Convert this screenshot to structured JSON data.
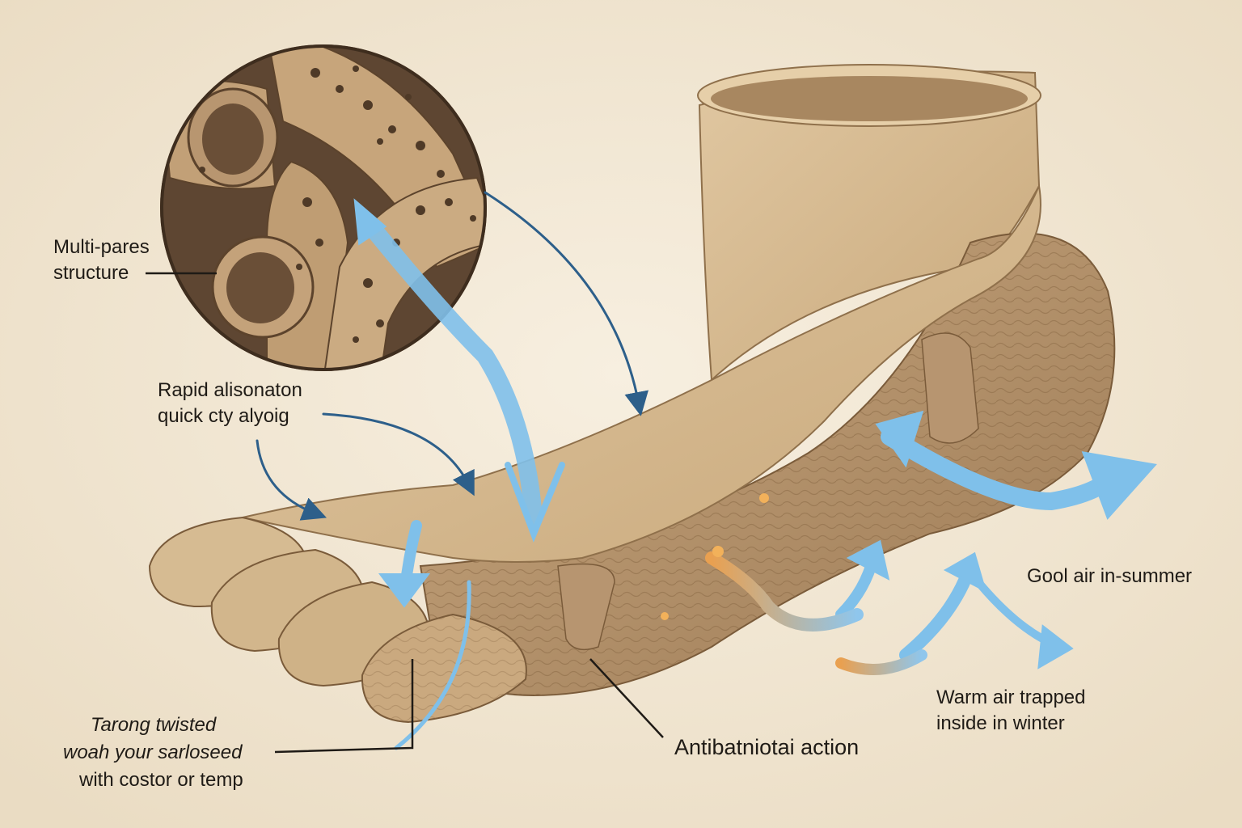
{
  "labels": {
    "multi_pores": {
      "line1": "Multi-pares",
      "line2": "structure"
    },
    "rapid": {
      "line1": "Rapid alisonaton",
      "line2": "quick cty alyoig"
    },
    "strong": {
      "line1": "Tarong twisted",
      "line2": "woah your sarloseed",
      "line3": "with costor or temp"
    },
    "antibacterial": "Antibatniotai action",
    "cool_air": "Gool air in-summer",
    "warm_air": {
      "line1": "Warm air trapped",
      "line2": "inside in winter"
    }
  },
  "colors": {
    "background": "#f3ead9",
    "sock": "#d2b68c",
    "sock_shadow": "#a88760",
    "fiber": "#b8976b",
    "cool_arrow": "#7fc0ea",
    "warm_arrow": "#e9a050",
    "pointer": "#2d5f8a",
    "leader": "#1f1b16"
  },
  "icons": {
    "fiber_zoom": "porous-fiber-magnifier-icon",
    "sock": "five-toe-sock-illustration"
  }
}
